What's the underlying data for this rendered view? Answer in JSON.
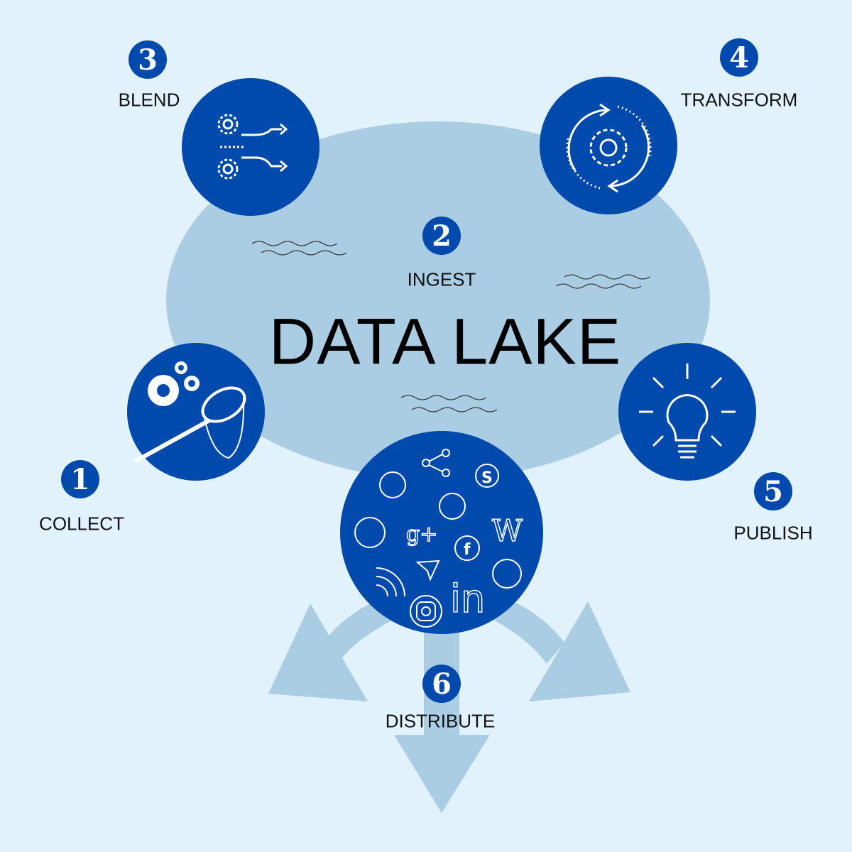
{
  "title": "DATA LAKE",
  "colors": {
    "background": "#e1f2fd",
    "lake": "#aacde4",
    "circle": "#004aad"
  },
  "steps": [
    {
      "number": "1",
      "label": "COLLECT",
      "icon": "net-gears-icon"
    },
    {
      "number": "2",
      "label": "INGEST",
      "icon": ""
    },
    {
      "number": "3",
      "label": "BLEND",
      "icon": "blend-gears-arrows-icon"
    },
    {
      "number": "4",
      "label": "TRANSFORM",
      "icon": "cycle-gear-icon"
    },
    {
      "number": "5",
      "label": "PUBLISH",
      "icon": "lightbulb-icon"
    },
    {
      "number": "6",
      "label": "DISTRIBUTE",
      "icon": "social-media-icons"
    }
  ],
  "social_icons": {
    "google_plus": "g+",
    "wikipedia": "W",
    "linkedin": "in",
    "facebook": "f"
  }
}
